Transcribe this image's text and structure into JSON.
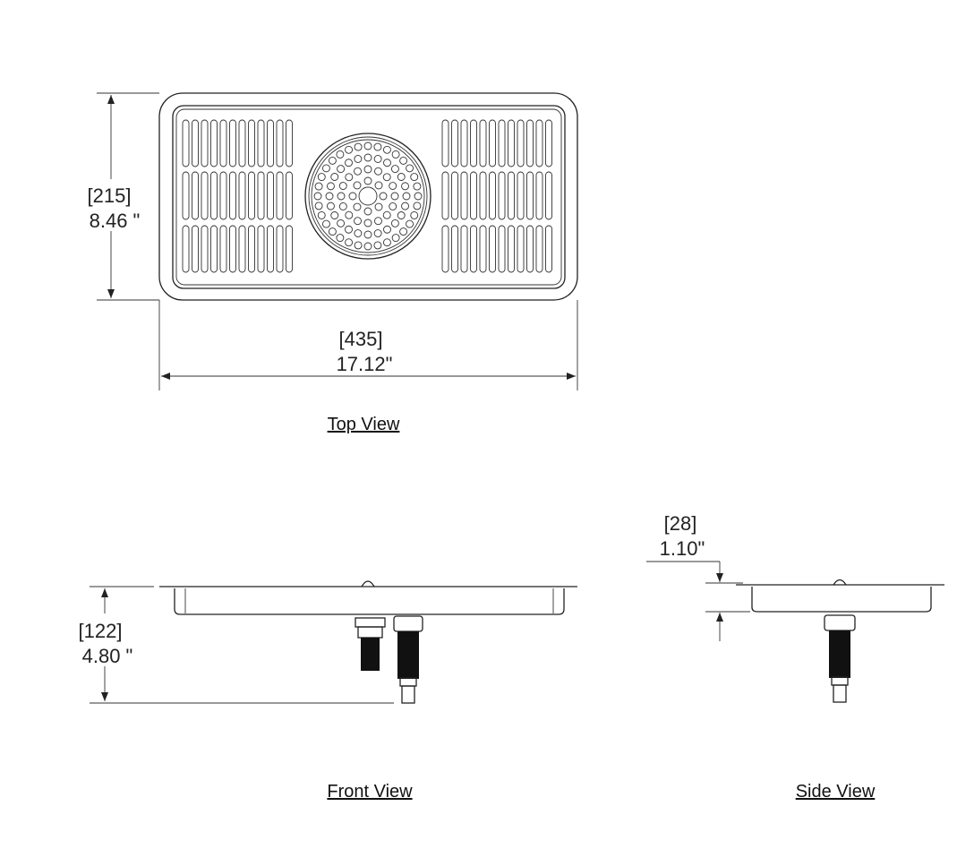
{
  "top_view": {
    "title": "Top View",
    "height_mm": "[215]",
    "height_in": "8.46 \"",
    "width_mm": "[435]",
    "width_in": "17.12\""
  },
  "front_view": {
    "title": "Front View",
    "height_mm": "[122]",
    "height_in": "4.80 \""
  },
  "side_view": {
    "title": "Side View",
    "depth_mm": "[28]",
    "depth_in": "1.10\""
  },
  "colors": {
    "line": "#222222",
    "background": "#ffffff"
  }
}
